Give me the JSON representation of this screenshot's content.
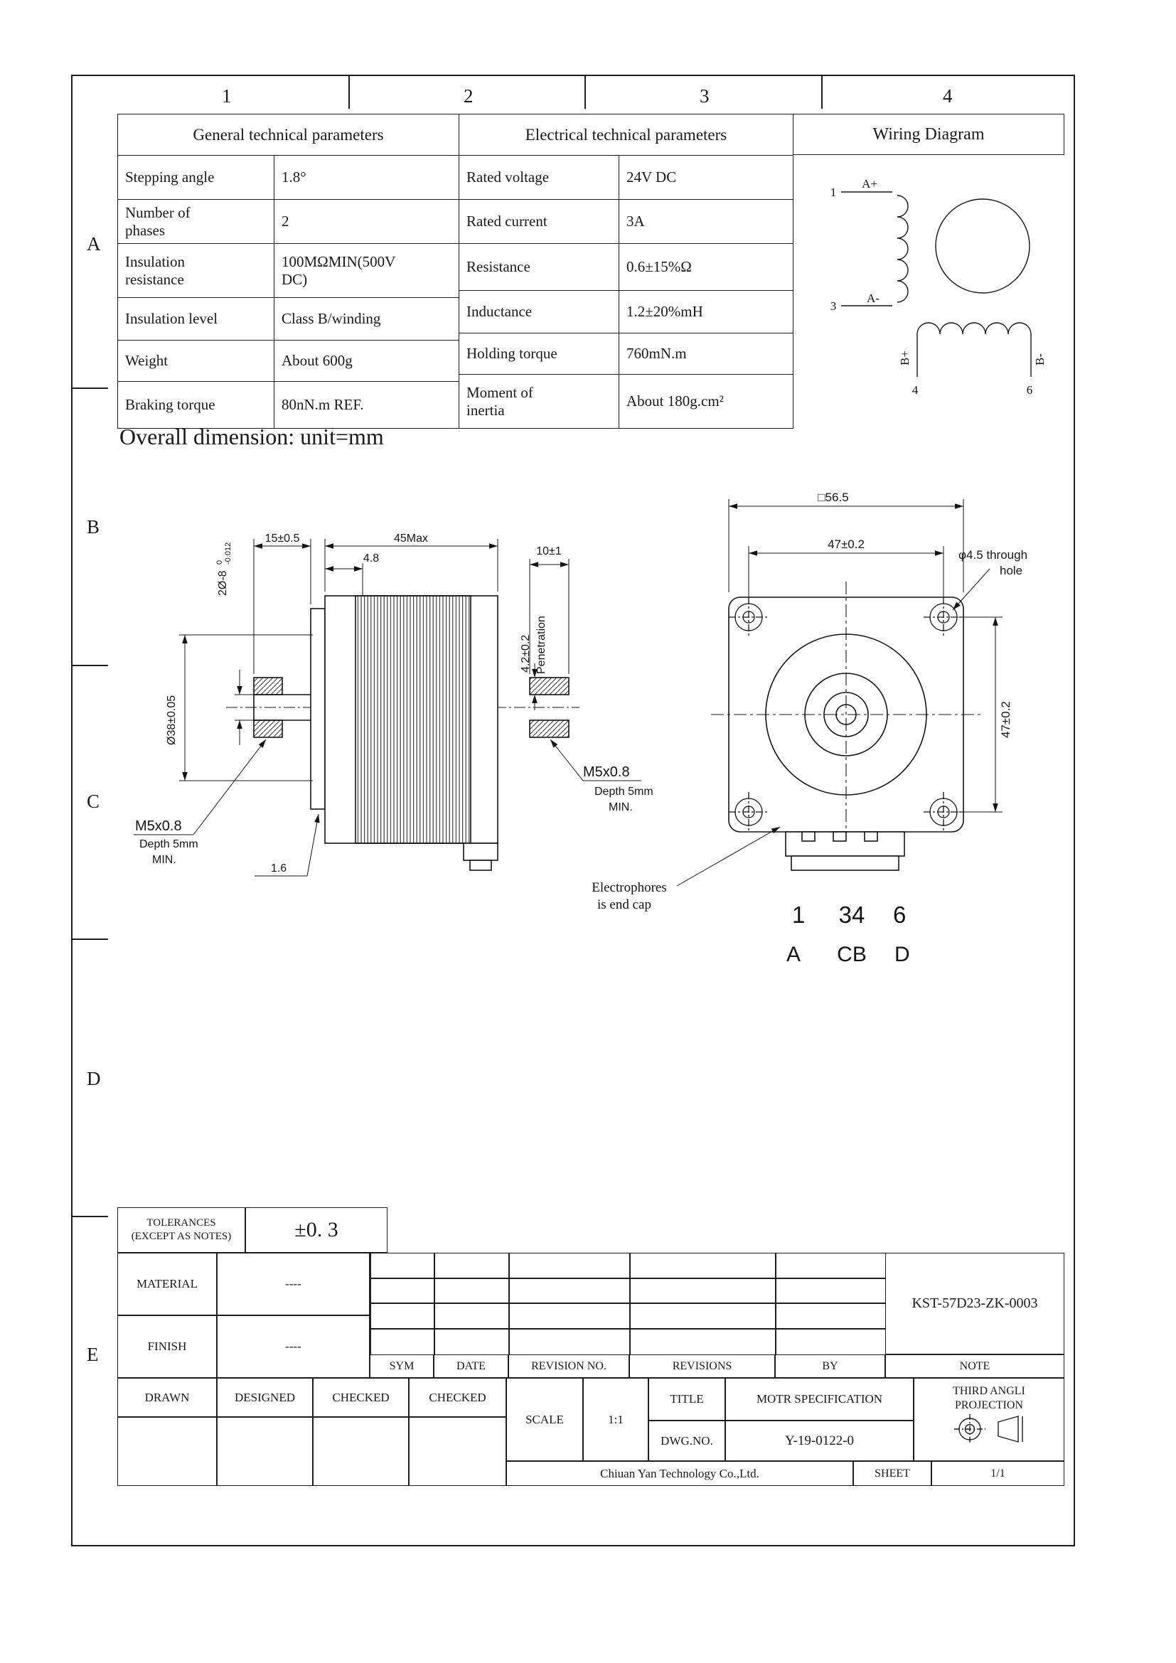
{
  "sheet": {
    "col_labels": [
      "1",
      "2",
      "3",
      "4"
    ],
    "row_labels": [
      "A",
      "B",
      "C",
      "D",
      "E"
    ]
  },
  "general_table": {
    "title": "General technical parameters",
    "rows": [
      {
        "label": "Stepping angle",
        "value": "1.8°"
      },
      {
        "label": "Number of\nphases",
        "value": "2"
      },
      {
        "label": "Insulation\nresistance",
        "value": "100MΩMIN(500V\nDC)"
      },
      {
        "label": "Insulation level",
        "value": "Class B/winding"
      },
      {
        "label": "Weight",
        "value": "About 600g"
      },
      {
        "label": "Braking torque",
        "value": "80nN.m REF."
      }
    ]
  },
  "electrical_table": {
    "title": "Electrical technical parameters",
    "rows": [
      {
        "label": "Rated voltage",
        "value": "24V DC"
      },
      {
        "label": "Rated current",
        "value": "3A"
      },
      {
        "label": "Resistance",
        "value": "0.6±15%Ω"
      },
      {
        "label": "Inductance",
        "value": "1.2±20%mH"
      },
      {
        "label": "Holding torque",
        "value": "760mN.m"
      },
      {
        "label": "Moment of\ninertia",
        "value": "About 180g.cm²"
      }
    ]
  },
  "wiring": {
    "title": "Wiring Diagram",
    "pin1": "1",
    "pin3": "3",
    "pin4": "4",
    "pin6": "6",
    "a_plus": "A+",
    "a_minus": "A-",
    "b_plus": "B+",
    "b_minus": "B-"
  },
  "dimensions": {
    "heading": "Overall dimension: unit=mm",
    "side_view": {
      "dim_15": "15±0.5",
      "dim_48": "4.8",
      "dim_45": "45Max",
      "dim_10": "10±1",
      "shaft_dia": "2Ø-8",
      "shaft_tol_upper": "0",
      "shaft_tol_lower": "-0.012",
      "dim_38": "Ø38±0.05",
      "dim_42": "4.2±0.2",
      "penetration": "Penetration",
      "thread_left_1": "M5x0.8",
      "thread_left_2": "Depth 5mm",
      "thread_left_3": "MIN.",
      "thread_right_1": "M5x0.8",
      "thread_right_2": "Depth 5mm",
      "thread_right_3": "MIN.",
      "dim_16": "1.6"
    },
    "front_view": {
      "dim_square": "□56.5",
      "dim_47_top": "47±0.2",
      "dim_47_right": "47±0.2",
      "hole_note_1": "φ4.5 through",
      "hole_note_2": "hole",
      "endcap_note_1": "Electrophores",
      "endcap_note_2": "is end cap",
      "pin_1": "1",
      "pin_34": "34",
      "pin_6": "6",
      "phase_a": "A",
      "phase_cb": "CB",
      "phase_d": "D"
    }
  },
  "title_block": {
    "tolerances_1": "TOLERANCES",
    "tolerances_2": "(EXCEPT AS NOTES)",
    "tolerance_value": "±0. 3",
    "material_label": "MATERIAL",
    "material_value": "----",
    "finish_label": "FINISH",
    "finish_value": "----",
    "part_no": "KST-57D23-ZK-0003",
    "sym": "SYM",
    "date": "DATE",
    "revision_no": "REVISION NO.",
    "revisions": "REVISIONS",
    "by": "BY",
    "note": "NOTE",
    "drawn": "DRAWN",
    "designed": "DESIGNED",
    "checked1": "CHECKED",
    "checked2": "CHECKED",
    "scale_label": "SCALE",
    "scale_value": "1:1",
    "title_label": "TITLE",
    "title_value": "MOTR SPECIFICATION",
    "dwg_label": "DWG.NO.",
    "dwg_value": "Y-19-0122-0",
    "projection_1": "THIRD ANGLI",
    "projection_2": "PROJECTION",
    "company": "Chiuan Yan Technology Co.,Ltd.",
    "sheet_label": "SHEET",
    "sheet_value": "1/1"
  }
}
